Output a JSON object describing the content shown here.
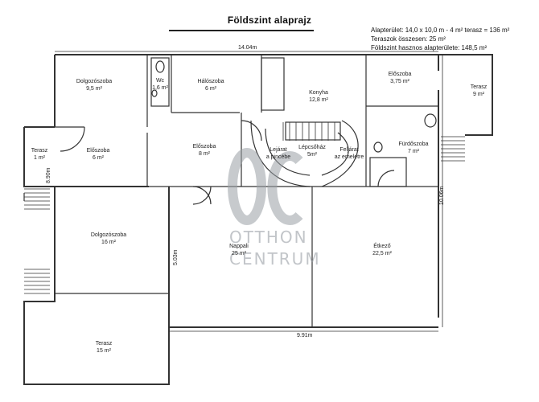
{
  "title": "Földszint alaprajz",
  "info": {
    "line1": "Alapterület: 14,0 x 10,0 m - 4 m² terasz = 136 m²",
    "line2": "Teraszok összesen: 25 m²",
    "line3": "Földszint hasznos alapterülete: 148,5 m²"
  },
  "dimensions": {
    "top_width": "14.04m",
    "right_height": "10.06m",
    "left_height": "8.90m",
    "bottom_width": "9.91m",
    "inner": "5.03m"
  },
  "rooms": [
    {
      "name": "Dolgozószoba",
      "area": "9,5 m²"
    },
    {
      "name": "Wc",
      "area": "1,6 m²"
    },
    {
      "name": "Hálószoba",
      "area": "6 m²"
    },
    {
      "name": "Konyha",
      "area": "12,8 m²"
    },
    {
      "name": "Előszoba",
      "area": "3,75 m²"
    },
    {
      "name": "Terasz",
      "area": "9 m²"
    },
    {
      "name": "Terasz",
      "area": "1 m²"
    },
    {
      "name": "Előszoba",
      "area": "6 m²"
    },
    {
      "name": "Előszoba",
      "area": "8 m²"
    },
    {
      "name": "Lépcsőház",
      "area": "5m²"
    },
    {
      "name": "Lejárat",
      "area": "a pincébe"
    },
    {
      "name": "Feljárat",
      "area": "az emeletre"
    },
    {
      "name": "Fürdőszoba",
      "area": "7 m²"
    },
    {
      "name": "Dolgozószoba",
      "area": "16 m²"
    },
    {
      "name": "Nappali",
      "area": "25 m²"
    },
    {
      "name": "Étkező",
      "area": "22,5 m²"
    },
    {
      "name": "Terasz",
      "area": "15 m²"
    }
  ],
  "logo": {
    "line1": "OTTHON",
    "line2": "CENTRUM"
  }
}
